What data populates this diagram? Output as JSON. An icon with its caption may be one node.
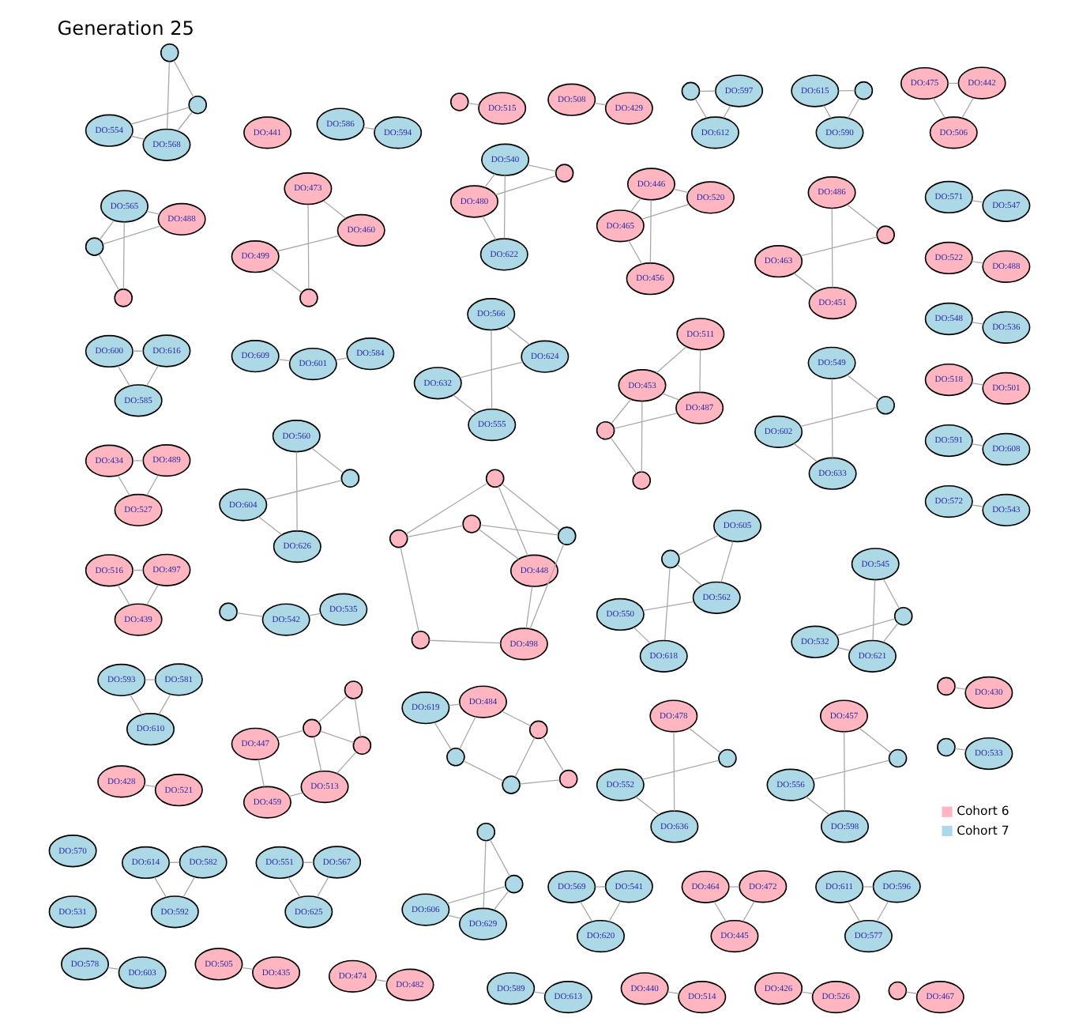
{
  "diagram": {
    "title": "Generation 25",
    "nodes": [
      {
        "text": [],
        "shape": "circle"
      },
      {
        "text": [
          "DO:515"
        ]
      },
      {
        "text": [
          "DO:428"
        ]
      },
      {
        "text": [
          "DO:521"
        ]
      },
      {
        "text": [],
        "shape": "circle"
      },
      {
        "text": [
          "DO:488"
        ]
      },
      {
        "text": [],
        "shape": "circle"
      },
      {
        "text": [
          "DO:565"
        ]
      },
      {
        "text": [
          "DO:586"
        ]
      },
      {
        "text": [
          "DO:594"
        ]
      },
      {
        "text": [
          "DO:614"
        ]
      },
      {
        "text": [
          "DO:582"
        ]
      },
      {
        "text": [
          "DO:592"
        ]
      },
      {
        "text": [
          "DO:551"
        ]
      },
      {
        "text": [
          "DO:567"
        ]
      },
      {
        "text": [
          "DO:625"
        ]
      },
      {
        "text": [
          "DO:569"
        ]
      },
      {
        "text": [
          "DO:541"
        ]
      },
      {
        "text": [
          "DO:620"
        ]
      },
      {
        "text": [
          "DO:464"
        ]
      },
      {
        "text": [
          "DO:472"
        ]
      },
      {
        "text": [
          "DO:445"
        ]
      },
      {
        "text": [
          "DO:578"
        ]
      },
      {
        "text": [
          "DO:603"
        ]
      },
      {
        "text": [
          "DO:441"
        ]
      },
      {
        "text": [],
        "shape": "circle"
      },
      {
        "text": [
          "DO:467"
        ]
      },
      {
        "text": [],
        "shape": "circle"
      },
      {
        "text": [],
        "shape": "circle"
      },
      {
        "text": [
          "DO:487"
        ]
      },
      {
        "text": [
          "DO:453"
        ]
      },
      {
        "text": [
          "DO:511"
        ]
      },
      {
        "text": [
          "DO:615"
        ]
      },
      {
        "text": [],
        "shape": "circle"
      },
      {
        "text": [
          "DO:590"
        ]
      },
      {
        "text": [
          "DO:505"
        ]
      },
      {
        "text": [
          "DO:435"
        ]
      },
      {
        "text": [],
        "shape": "circle"
      },
      {
        "text": [],
        "shape": "circle"
      },
      {
        "text": [
          "DO:448"
        ]
      },
      {
        "text": [],
        "shape": "circle"
      },
      {
        "text": [
          "DO:498"
        ]
      },
      {
        "text": [],
        "shape": "circle"
      },
      {
        "text": [],
        "shape": "circle"
      },
      {
        "text": [
          "DO:609"
        ]
      },
      {
        "text": [
          "DO:584"
        ]
      },
      {
        "text": [
          "DO:601"
        ]
      },
      {
        "text": [
          "DO:570"
        ]
      },
      {
        "text": [
          "DO:531"
        ]
      },
      {
        "text": [
          "DO:572"
        ]
      },
      {
        "text": [
          "DO:543"
        ]
      },
      {
        "text": [],
        "shape": "circle"
      },
      {
        "text": [
          "DO:597"
        ]
      },
      {
        "text": [
          "DO:612"
        ]
      },
      {
        "text": [
          "DO:480"
        ]
      },
      {
        "text": [],
        "shape": "circle"
      },
      {
        "text": [
          "DO:622"
        ]
      },
      {
        "text": [
          "DO:540"
        ]
      },
      {
        "text": [
          "DO:591"
        ]
      },
      {
        "text": [
          "DO:608"
        ]
      },
      {
        "text": [
          "DO:604"
        ]
      },
      {
        "text": [],
        "shape": "circle"
      },
      {
        "text": [
          "DO:626"
        ]
      },
      {
        "text": [
          "DO:560"
        ]
      },
      {
        "text": [
          "DO:611"
        ]
      },
      {
        "text": [
          "DO:596"
        ]
      },
      {
        "text": [
          "DO:577"
        ]
      },
      {
        "text": [
          "DO:593"
        ]
      },
      {
        "text": [
          "DO:581"
        ]
      },
      {
        "text": [
          "DO:610"
        ]
      },
      {
        "text": [
          "DO:513"
        ]
      },
      {
        "text": [],
        "shape": "circle"
      },
      {
        "text": [
          "DO:459"
        ]
      },
      {
        "text": [],
        "shape": "circle"
      },
      {
        "text": [],
        "shape": "circle"
      },
      {
        "text": [
          "DO:447"
        ]
      },
      {
        "text": [
          "DO:518"
        ]
      },
      {
        "text": [
          "DO:501"
        ]
      },
      {
        "text": [
          "DO:619"
        ]
      },
      {
        "text": [],
        "shape": "circle"
      },
      {
        "text": [],
        "shape": "circle"
      },
      {
        "text": [
          "DO:484"
        ]
      },
      {
        "text": [],
        "shape": "circle"
      },
      {
        "text": [],
        "shape": "circle"
      },
      {
        "text": [
          "DO:600"
        ]
      },
      {
        "text": [
          "DO:616"
        ]
      },
      {
        "text": [
          "DO:585"
        ]
      },
      {
        "text": [
          "DO:434"
        ]
      },
      {
        "text": [
          "DO:489"
        ]
      },
      {
        "text": [
          "DO:527"
        ]
      },
      {
        "text": [
          "DO:548"
        ]
      },
      {
        "text": [
          "DO:536"
        ]
      },
      {
        "text": [
          "DO:522"
        ]
      },
      {
        "text": [
          "DO:488"
        ]
      },
      {
        "text": [
          "DO:516"
        ]
      },
      {
        "text": [
          "DO:497"
        ]
      },
      {
        "text": [
          "DO:439"
        ]
      },
      {
        "text": [
          "DO:602"
        ]
      },
      {
        "text": [],
        "shape": "circle"
      },
      {
        "text": [
          "DO:633"
        ]
      },
      {
        "text": [
          "DO:549"
        ]
      },
      {
        "text": [
          "DO:463"
        ]
      },
      {
        "text": [],
        "shape": "circle"
      },
      {
        "text": [
          "DO:451"
        ]
      },
      {
        "text": [
          "DO:486"
        ]
      },
      {
        "text": [],
        "shape": "circle"
      },
      {
        "text": [
          "DO:535"
        ]
      },
      {
        "text": [
          "DO:542"
        ]
      },
      {
        "text": [
          "DO:571"
        ]
      },
      {
        "text": [
          "DO:547"
        ]
      },
      {
        "text": [
          "DO:508"
        ]
      },
      {
        "text": [
          "DO:429"
        ]
      },
      {
        "text": [
          "DO:465"
        ]
      },
      {
        "text": [
          "DO:520"
        ]
      },
      {
        "text": [
          "DO:456"
        ]
      },
      {
        "text": [
          "DO:446"
        ]
      },
      {
        "text": [],
        "shape": "circle"
      },
      {
        "text": [
          "DO:533"
        ]
      },
      {
        "text": [
          "DO:474"
        ]
      },
      {
        "text": [
          "DO:482"
        ]
      },
      {
        "text": [
          "DO:589"
        ]
      },
      {
        "text": [
          "DO:613"
        ]
      },
      {
        "text": [
          "DO:440"
        ]
      },
      {
        "text": [
          "DO:514"
        ]
      },
      {
        "text": [
          "DO:426"
        ]
      },
      {
        "text": [
          "DO:526"
        ]
      },
      {
        "text": [
          "DO:552"
        ]
      },
      {
        "text": [],
        "shape": "circle"
      },
      {
        "text": [
          "DO:636"
        ]
      },
      {
        "text": [
          "DO:478"
        ]
      },
      {
        "text": [],
        "shape": "circle"
      },
      {
        "text": [
          "DO:430"
        ]
      },
      {
        "text": [
          "DO:475"
        ]
      },
      {
        "text": [
          "DO:442"
        ]
      },
      {
        "text": [
          "DO:506"
        ]
      },
      {
        "text": [
          "DO:632"
        ]
      },
      {
        "text": [
          "DO:624"
        ]
      },
      {
        "text": [
          "DO:555"
        ]
      },
      {
        "text": [
          "DO:566"
        ]
      },
      {
        "text": [
          "DO:499"
        ]
      },
      {
        "text": [
          "DO:460"
        ]
      },
      {
        "text": [],
        "shape": "circle"
      },
      {
        "text": [
          "DO:473"
        ]
      },
      {
        "text": [
          "DO:532"
        ]
      },
      {
        "text": [],
        "shape": "circle"
      },
      {
        "text": [
          "DO:621"
        ]
      },
      {
        "text": [
          "DO:545"
        ]
      },
      {
        "text": [
          "DO:550"
        ]
      },
      {
        "text": [
          "DO:562"
        ]
      },
      {
        "text": [
          "DO:618"
        ]
      },
      {
        "text": [],
        "shape": "circle"
      },
      {
        "text": [
          "DO:605"
        ]
      },
      {
        "text": [
          "DO:556"
        ]
      },
      {
        "text": [],
        "shape": "circle"
      },
      {
        "text": [
          "DO:598"
        ]
      },
      {
        "text": [
          "DO:457"
        ]
      },
      {
        "text": [
          "DO:606"
        ]
      },
      {
        "text": [],
        "shape": "circle"
      },
      {
        "text": [
          "DO:629"
        ]
      },
      {
        "text": [],
        "shape": "circle"
      },
      {
        "text": [
          "DO:554"
        ]
      },
      {
        "text": [],
        "shape": "circle"
      },
      {
        "text": [
          "DO:568"
        ]
      },
      {
        "text": [],
        "shape": "circle"
      }
    ],
    "edges": [
      {
        "from": 0,
        "to": 1,
        "arrow": "none"
      },
      {
        "from": 2,
        "to": 3,
        "arrow": "none"
      },
      {
        "from": 4,
        "to": 5,
        "arrow": "none"
      },
      {
        "from": 5,
        "to": 7,
        "arrow": "none"
      },
      {
        "from": 7,
        "to": 6,
        "arrow": "none"
      },
      {
        "from": 6,
        "to": 4,
        "arrow": "none"
      },
      {
        "from": 4,
        "to": 7,
        "arrow": "none"
      },
      {
        "from": 8,
        "to": 9,
        "arrow": "none"
      },
      {
        "from": 10,
        "to": 11,
        "arrow": "none"
      },
      {
        "from": 11,
        "to": 12,
        "arrow": "none"
      },
      {
        "from": 10,
        "to": 12,
        "arrow": "none"
      },
      {
        "from": 13,
        "to": 14,
        "arrow": "none"
      },
      {
        "from": 13,
        "to": 15,
        "arrow": "none"
      },
      {
        "from": 14,
        "to": 15,
        "arrow": "none"
      },
      {
        "from": 16,
        "to": 17,
        "arrow": "none"
      },
      {
        "from": 16,
        "to": 18,
        "arrow": "none"
      },
      {
        "from": 17,
        "to": 18,
        "arrow": "none"
      },
      {
        "from": 19,
        "to": 20,
        "arrow": "none"
      },
      {
        "from": 19,
        "to": 21,
        "arrow": "none"
      },
      {
        "from": 20,
        "to": 21,
        "arrow": "none"
      },
      {
        "from": 22,
        "to": 23,
        "arrow": "none"
      },
      {
        "from": 25,
        "to": 26,
        "arrow": "none"
      },
      {
        "from": 27,
        "to": 28,
        "arrow": "none"
      },
      {
        "from": 27,
        "to": 29,
        "arrow": "none"
      },
      {
        "from": 28,
        "to": 30,
        "arrow": "none"
      },
      {
        "from": 29,
        "to": 31,
        "arrow": "none"
      },
      {
        "from": 30,
        "to": 31,
        "arrow": "none"
      },
      {
        "from": 29,
        "to": 30,
        "arrow": "none"
      },
      {
        "from": 27,
        "to": 30,
        "arrow": "none"
      },
      {
        "from": 32,
        "to": 33,
        "arrow": "none"
      },
      {
        "from": 32,
        "to": 34,
        "arrow": "none"
      },
      {
        "from": 33,
        "to": 34,
        "arrow": "none"
      },
      {
        "from": 35,
        "to": 36,
        "arrow": "none"
      },
      {
        "from": 37,
        "to": 39,
        "arrow": "none"
      },
      {
        "from": 39,
        "to": 41,
        "arrow": "none"
      },
      {
        "from": 41,
        "to": 43,
        "arrow": "none"
      },
      {
        "from": 43,
        "to": 42,
        "arrow": "none"
      },
      {
        "from": 42,
        "to": 40,
        "arrow": "none"
      },
      {
        "from": 40,
        "to": 38,
        "arrow": "none"
      },
      {
        "from": 38,
        "to": 37,
        "arrow": "none"
      },
      {
        "from": 37,
        "to": 42,
        "arrow": "none"
      },
      {
        "from": 39,
        "to": 40,
        "arrow": "none"
      },
      {
        "from": 38,
        "to": 41,
        "arrow": "none"
      },
      {
        "from": 44,
        "to": 46,
        "arrow": "none"
      },
      {
        "from": 45,
        "to": 46,
        "arrow": "none"
      },
      {
        "from": 49,
        "to": 50,
        "arrow": "none"
      },
      {
        "from": 51,
        "to": 53,
        "arrow": "none"
      },
      {
        "from": 52,
        "to": 53,
        "arrow": "none"
      },
      {
        "from": 51,
        "to": 52,
        "arrow": "none"
      },
      {
        "from": 54,
        "to": 55,
        "arrow": "none"
      },
      {
        "from": 54,
        "to": 56,
        "arrow": "none"
      },
      {
        "from": 55,
        "to": 57,
        "arrow": "none"
      },
      {
        "from": 56,
        "to": 57,
        "arrow": "none"
      },
      {
        "from": 54,
        "to": 57,
        "arrow": "none"
      },
      {
        "from": 58,
        "to": 59,
        "arrow": "none"
      },
      {
        "from": 60,
        "to": 61,
        "arrow": "none"
      },
      {
        "from": 60,
        "to": 62,
        "arrow": "none"
      },
      {
        "from": 61,
        "to": 63,
        "arrow": "none"
      },
      {
        "from": 62,
        "to": 63,
        "arrow": "none"
      },
      {
        "from": 64,
        "to": 65,
        "arrow": "none"
      },
      {
        "from": 64,
        "to": 66,
        "arrow": "none"
      },
      {
        "from": 65,
        "to": 66,
        "arrow": "none"
      },
      {
        "from": 67,
        "to": 68,
        "arrow": "none"
      },
      {
        "from": 67,
        "to": 69,
        "arrow": "none"
      },
      {
        "from": 68,
        "to": 69,
        "arrow": "none"
      },
      {
        "from": 70,
        "to": 71,
        "arrow": "none"
      },
      {
        "from": 70,
        "to": 72,
        "arrow": "none"
      },
      {
        "from": 71,
        "to": 73,
        "arrow": "none"
      },
      {
        "from": 72,
        "to": 75,
        "arrow": "none"
      },
      {
        "from": 73,
        "to": 75,
        "arrow": "none"
      },
      {
        "from": 71,
        "to": 74,
        "arrow": "none"
      },
      {
        "from": 73,
        "to": 74,
        "arrow": "none"
      },
      {
        "from": 70,
        "to": 73,
        "arrow": "none"
      },
      {
        "from": 76,
        "to": 77,
        "arrow": "none"
      },
      {
        "from": 78,
        "to": 79,
        "arrow": "none"
      },
      {
        "from": 78,
        "to": 81,
        "arrow": "none"
      },
      {
        "from": 79,
        "to": 80,
        "arrow": "none"
      },
      {
        "from": 80,
        "to": 82,
        "arrow": "none"
      },
      {
        "from": 81,
        "to": 83,
        "arrow": "none"
      },
      {
        "from": 82,
        "to": 83,
        "arrow": "none"
      },
      {
        "from": 79,
        "to": 81,
        "arrow": "none"
      },
      {
        "from": 80,
        "to": 83,
        "arrow": "none"
      },
      {
        "from": 84,
        "to": 85,
        "arrow": "none"
      },
      {
        "from": 84,
        "to": 86,
        "arrow": "none"
      },
      {
        "from": 85,
        "to": 86,
        "arrow": "none"
      },
      {
        "from": 87,
        "to": 88,
        "arrow": "none"
      },
      {
        "from": 87,
        "to": 89,
        "arrow": "none"
      },
      {
        "from": 88,
        "to": 89,
        "arrow": "none"
      },
      {
        "from": 90,
        "to": 91,
        "arrow": "none"
      },
      {
        "from": 92,
        "to": 93,
        "arrow": "none"
      },
      {
        "from": 94,
        "to": 95,
        "arrow": "none"
      },
      {
        "from": 94,
        "to": 96,
        "arrow": "none"
      },
      {
        "from": 95,
        "to": 96,
        "arrow": "none"
      },
      {
        "from": 97,
        "to": 98,
        "arrow": "none"
      },
      {
        "from": 97,
        "to": 99,
        "arrow": "none"
      },
      {
        "from": 98,
        "to": 100,
        "arrow": "none"
      },
      {
        "from": 99,
        "to": 100,
        "arrow": "none"
      },
      {
        "from": 101,
        "to": 102,
        "arrow": "none"
      },
      {
        "from": 101,
        "to": 103,
        "arrow": "none"
      },
      {
        "from": 102,
        "to": 104,
        "arrow": "none"
      },
      {
        "from": 103,
        "to": 104,
        "arrow": "none"
      },
      {
        "from": 105,
        "to": 107,
        "arrow": "none"
      },
      {
        "from": 106,
        "to": 107,
        "arrow": "none"
      },
      {
        "from": 108,
        "to": 109,
        "arrow": "none"
      },
      {
        "from": 110,
        "to": 111,
        "arrow": "none"
      },
      {
        "from": 112,
        "to": 113,
        "arrow": "none"
      },
      {
        "from": 112,
        "to": 114,
        "arrow": "none"
      },
      {
        "from": 113,
        "to": 115,
        "arrow": "none"
      },
      {
        "from": 114,
        "to": 115,
        "arrow": "none"
      },
      {
        "from": 112,
        "to": 115,
        "arrow": "none"
      },
      {
        "from": 116,
        "to": 117,
        "arrow": "none"
      },
      {
        "from": 118,
        "to": 119,
        "arrow": "none"
      },
      {
        "from": 120,
        "to": 121,
        "arrow": "none"
      },
      {
        "from": 122,
        "to": 123,
        "arrow": "none"
      },
      {
        "from": 124,
        "to": 125,
        "arrow": "none"
      },
      {
        "from": 126,
        "to": 127,
        "arrow": "none"
      },
      {
        "from": 126,
        "to": 128,
        "arrow": "none"
      },
      {
        "from": 127,
        "to": 129,
        "arrow": "none"
      },
      {
        "from": 128,
        "to": 129,
        "arrow": "none"
      },
      {
        "from": 130,
        "to": 131,
        "arrow": "none"
      },
      {
        "from": 132,
        "to": 134,
        "arrow": "none"
      },
      {
        "from": 133,
        "to": 134,
        "arrow": "none"
      },
      {
        "from": 132,
        "to": 133,
        "arrow": "none"
      },
      {
        "from": 135,
        "to": 136,
        "arrow": "none"
      },
      {
        "from": 135,
        "to": 137,
        "arrow": "none"
      },
      {
        "from": 136,
        "to": 138,
        "arrow": "none"
      },
      {
        "from": 137,
        "to": 138,
        "arrow": "none"
      },
      {
        "from": 139,
        "to": 140,
        "arrow": "none"
      },
      {
        "from": 139,
        "to": 141,
        "arrow": "none"
      },
      {
        "from": 140,
        "to": 142,
        "arrow": "none"
      },
      {
        "from": 141,
        "to": 142,
        "arrow": "none"
      },
      {
        "from": 143,
        "to": 144,
        "arrow": "none"
      },
      {
        "from": 143,
        "to": 145,
        "arrow": "none"
      },
      {
        "from": 144,
        "to": 146,
        "arrow": "none"
      },
      {
        "from": 145,
        "to": 146,
        "arrow": "none"
      },
      {
        "from": 144,
        "to": 145,
        "arrow": "none"
      },
      {
        "from": 147,
        "to": 148,
        "arrow": "none"
      },
      {
        "from": 147,
        "to": 149,
        "arrow": "none"
      },
      {
        "from": 148,
        "to": 151,
        "arrow": "none"
      },
      {
        "from": 149,
        "to": 150,
        "arrow": "none"
      },
      {
        "from": 150,
        "to": 151,
        "arrow": "none"
      },
      {
        "from": 148,
        "to": 150,
        "arrow": "none"
      },
      {
        "from": 152,
        "to": 153,
        "arrow": "none"
      },
      {
        "from": 152,
        "to": 154,
        "arrow": "none"
      },
      {
        "from": 153,
        "to": 155,
        "arrow": "none"
      },
      {
        "from": 154,
        "to": 155,
        "arrow": "none"
      },
      {
        "from": 156,
        "to": 157,
        "arrow": "none"
      },
      {
        "from": 156,
        "to": 158,
        "arrow": "none"
      },
      {
        "from": 157,
        "to": 159,
        "arrow": "none"
      },
      {
        "from": 158,
        "to": 159,
        "arrow": "none"
      },
      {
        "from": 157,
        "to": 158,
        "arrow": "none"
      },
      {
        "from": 160,
        "to": 161,
        "arrow": "none"
      },
      {
        "from": 160,
        "to": 162,
        "arrow": "none"
      },
      {
        "from": 161,
        "to": 163,
        "arrow": "none"
      },
      {
        "from": 162,
        "to": 163,
        "arrow": "none"
      },
      {
        "from": 161,
        "to": 162,
        "arrow": "none"
      }
    ],
    "legend": [
      {
        "text": "Cohort 6",
        "color": "#ffb6c1"
      },
      {
        "text": "Cohort 7",
        "color": "#add8e6"
      }
    ]
  }
}
